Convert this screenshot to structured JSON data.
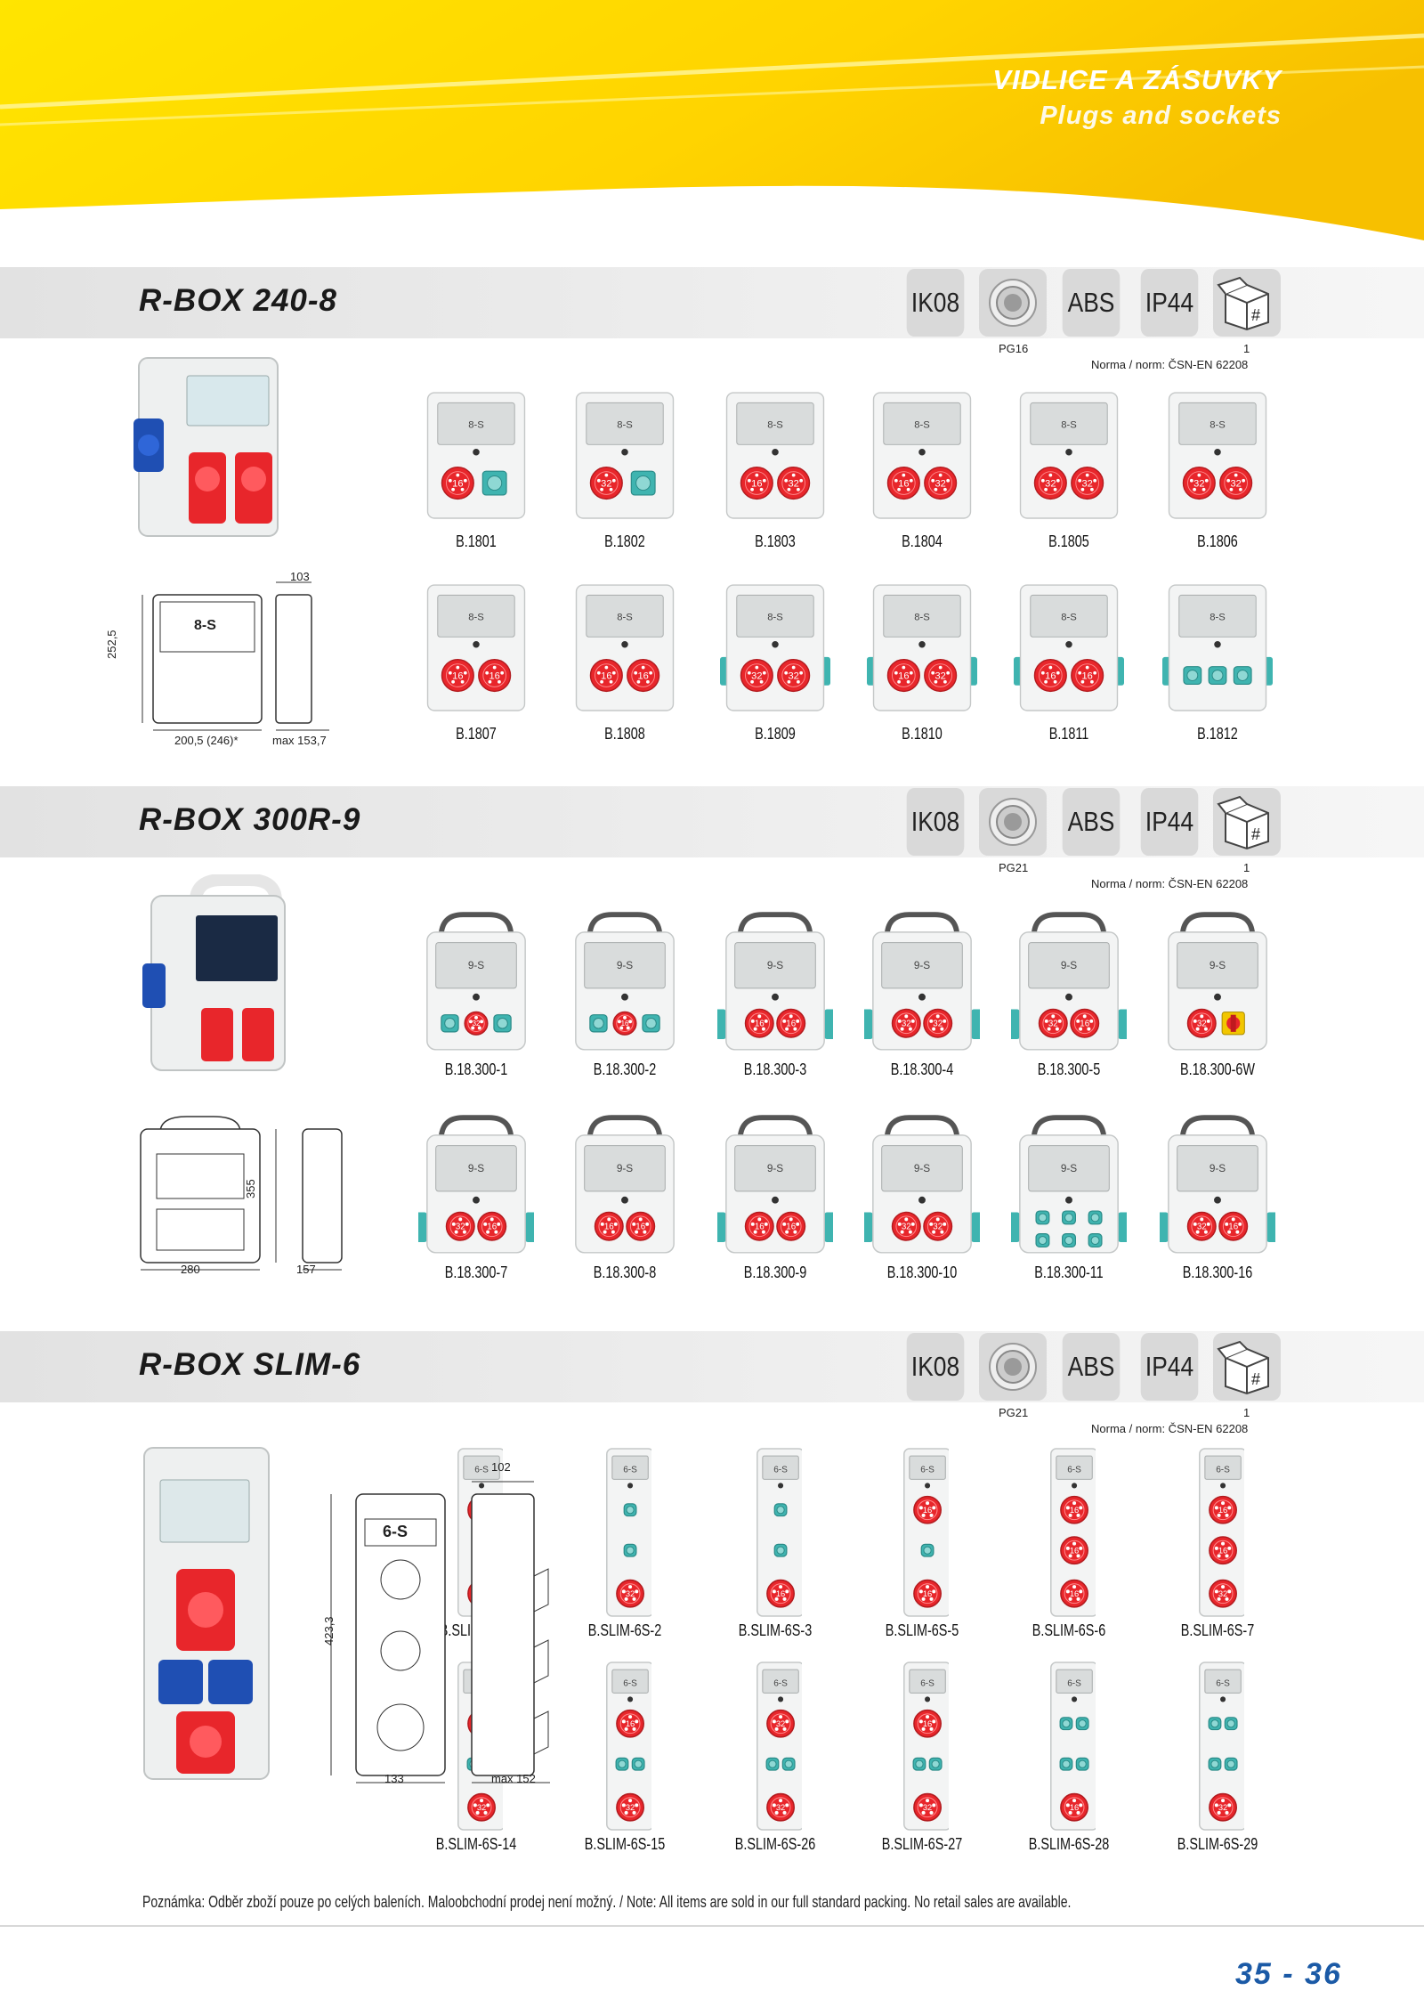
{
  "header": {
    "title": "VIDLICE A ZÁSUVKY",
    "subtitle": "Plugs and sockets"
  },
  "common": {
    "badge_ik": "IK08",
    "badge_abs": "ABS",
    "badge_ip": "IP44",
    "box_symbol": "#",
    "box_qty": "1",
    "norm": "Norma / norm:  ČSN-EN 62208"
  },
  "sections": [
    {
      "title": "R-BOX 240-8",
      "pg": "PG16",
      "breaker": "8-S",
      "dims": {
        "height": "252,5",
        "width": "200,5 (246)*",
        "depth": "103",
        "depth_max": "max 153,7"
      },
      "products": [
        {
          "code": "B.1801",
          "sockets": [
            [
              "r",
              "16"
            ],
            [
              "t",
              ""
            ]
          ]
        },
        {
          "code": "B.1802",
          "sockets": [
            [
              "r",
              "32"
            ],
            [
              "t",
              ""
            ]
          ]
        },
        {
          "code": "B.1803",
          "sockets": [
            [
              "r",
              "16"
            ],
            [
              "r",
              "32"
            ]
          ]
        },
        {
          "code": "B.1804",
          "sockets": [
            [
              "r",
              "16"
            ],
            [
              "r",
              "32"
            ]
          ]
        },
        {
          "code": "B.1805",
          "sockets": [
            [
              "r",
              "32"
            ],
            [
              "r",
              "32"
            ]
          ]
        },
        {
          "code": "B.1806",
          "sockets": [
            [
              "r",
              "32"
            ],
            [
              "r",
              "32"
            ]
          ]
        },
        {
          "code": "B.1807",
          "sockets": [
            [
              "r",
              "16"
            ],
            [
              "r",
              "16"
            ]
          ]
        },
        {
          "code": "B.1808",
          "sockets": [
            [
              "r",
              "16"
            ],
            [
              "r",
              "16"
            ]
          ]
        },
        {
          "code": "B.1809",
          "sockets": [
            [
              "r",
              "32"
            ],
            [
              "r",
              "32"
            ]
          ],
          "sides": true
        },
        {
          "code": "B.1810",
          "sockets": [
            [
              "r",
              "16"
            ],
            [
              "r",
              "32"
            ]
          ],
          "sides": true
        },
        {
          "code": "B.1811",
          "sockets": [
            [
              "r",
              "16"
            ],
            [
              "r",
              "16"
            ]
          ],
          "sides": true
        },
        {
          "code": "B.1812",
          "sockets": [
            [
              "t",
              ""
            ],
            [
              "t",
              ""
            ],
            [
              "t",
              ""
            ]
          ],
          "sides": true
        }
      ]
    },
    {
      "title": "R-BOX 300R-9",
      "pg": "PG21",
      "breaker": "9-S",
      "dims": {
        "height": "355",
        "width": "280",
        "depth": "157"
      },
      "products": [
        {
          "code": "B.18.300-1",
          "sockets": [
            [
              "t",
              ""
            ],
            [
              "r",
              "32"
            ],
            [
              "t",
              ""
            ]
          ]
        },
        {
          "code": "B.18.300-2",
          "sockets": [
            [
              "t",
              ""
            ],
            [
              "r",
              "16"
            ],
            [
              "t",
              ""
            ]
          ]
        },
        {
          "code": "B.18.300-3",
          "sockets": [
            [
              "r",
              "16"
            ],
            [
              "r",
              "16"
            ]
          ],
          "sides": true
        },
        {
          "code": "B.18.300-4",
          "sockets": [
            [
              "r",
              "32"
            ],
            [
              "r",
              "32"
            ]
          ],
          "sides": true
        },
        {
          "code": "B.18.300-5",
          "sockets": [
            [
              "r",
              "32"
            ],
            [
              "r",
              "16"
            ]
          ],
          "sides": true
        },
        {
          "code": "B.18.300-6W",
          "sockets": [
            [
              "r",
              "32"
            ],
            [
              "s",
              ""
            ]
          ]
        },
        {
          "code": "B.18.300-7",
          "sockets": [
            [
              "r",
              "32"
            ],
            [
              "r",
              "16"
            ]
          ],
          "sides": true
        },
        {
          "code": "B.18.300-8",
          "sockets": [
            [
              "r",
              "16"
            ],
            [
              "r",
              "16"
            ]
          ]
        },
        {
          "code": "B.18.300-9",
          "sockets": [
            [
              "r",
              "16"
            ],
            [
              "r",
              "16"
            ]
          ],
          "sides": true
        },
        {
          "code": "B.18.300-10",
          "sockets": [
            [
              "r",
              "32"
            ],
            [
              "r",
              "32"
            ]
          ],
          "sides": true
        },
        {
          "code": "B.18.300-11",
          "sockets": [
            [
              "t",
              ""
            ],
            [
              "t",
              ""
            ],
            [
              "t",
              ""
            ]
          ],
          "sides": true,
          "grid": true
        },
        {
          "code": "B.18.300-16",
          "sockets": [
            [
              "r",
              "32"
            ],
            [
              "r",
              "16"
            ]
          ],
          "sides": true
        }
      ]
    },
    {
      "title": "R-BOX SLIM-6",
      "pg": "PG21",
      "breaker": "6-S",
      "dims": {
        "height": "423,3",
        "width": "133",
        "depth": "102",
        "depth_max": "max 152"
      },
      "products": [
        {
          "code": "B.SLIM-6S-1",
          "sockets": [
            [
              "r",
              "16"
            ],
            [
              "t",
              ""
            ],
            [
              "r",
              "32"
            ]
          ]
        },
        {
          "code": "B.SLIM-6S-2",
          "sockets": [
            [
              "t",
              ""
            ],
            [
              "t",
              ""
            ],
            [
              "r",
              "32"
            ]
          ]
        },
        {
          "code": "B.SLIM-6S-3",
          "sockets": [
            [
              "t",
              ""
            ],
            [
              "t",
              ""
            ],
            [
              "r",
              "16"
            ]
          ]
        },
        {
          "code": "B.SLIM-6S-5",
          "sockets": [
            [
              "r",
              "16"
            ],
            [
              "t",
              ""
            ],
            [
              "r",
              "16"
            ]
          ]
        },
        {
          "code": "B.SLIM-6S-6",
          "sockets": [
            [
              "r",
              "16"
            ],
            [
              "r",
              "16"
            ],
            [
              "r",
              "16"
            ]
          ]
        },
        {
          "code": "B.SLIM-6S-7",
          "sockets": [
            [
              "r",
              "16"
            ],
            [
              "r",
              "16"
            ],
            [
              "r",
              "32"
            ]
          ]
        },
        {
          "code": "B.SLIM-6S-14",
          "sockets": [
            [
              "r",
              "16"
            ],
            [
              "tt",
              ""
            ],
            [
              "r",
              "32"
            ]
          ]
        },
        {
          "code": "B.SLIM-6S-15",
          "sockets": [
            [
              "r",
              "16"
            ],
            [
              "tt",
              ""
            ],
            [
              "r",
              "32"
            ]
          ]
        },
        {
          "code": "B.SLIM-6S-26",
          "sockets": [
            [
              "r",
              "32"
            ],
            [
              "tt",
              ""
            ],
            [
              "r",
              "32"
            ]
          ]
        },
        {
          "code": "B.SLIM-6S-27",
          "sockets": [
            [
              "r",
              "16"
            ],
            [
              "tt",
              ""
            ],
            [
              "r",
              "32"
            ]
          ]
        },
        {
          "code": "B.SLIM-6S-28",
          "sockets": [
            [
              "tt",
              ""
            ],
            [
              "tt",
              ""
            ],
            [
              "r",
              "16"
            ]
          ]
        },
        {
          "code": "B.SLIM-6S-29",
          "sockets": [
            [
              "tt",
              ""
            ],
            [
              "tt",
              ""
            ],
            [
              "r",
              "32"
            ]
          ]
        }
      ]
    }
  ],
  "note": "Poznámka: Odběr zboží pouze po celých baleních. Maloobchodní prodej není možný. / Note: All items are sold in our full standard packing. No retail sales are available.",
  "page_numbers": "35 - 36"
}
